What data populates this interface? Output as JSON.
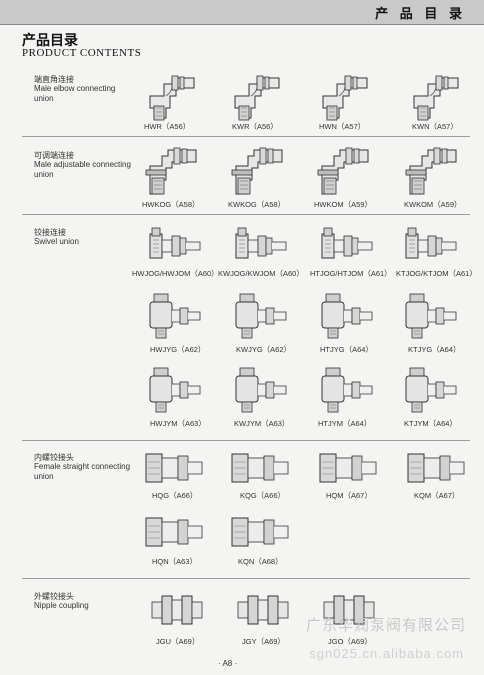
{
  "header": {
    "label": "产 品 目 录"
  },
  "title": {
    "cn": "产品目录",
    "en": "PRODUCT CONTENTS"
  },
  "sections": [
    {
      "cn": "端直角连接",
      "en": "Male elbow connecting union",
      "items": [
        "HWR（A56）",
        "KWR（A56）",
        "HWN（A57）",
        "KWN（A57）"
      ]
    },
    {
      "cn": "可调端连接",
      "en": "Male adjustable connecting union",
      "items": [
        "HWKOG（A58）",
        "KWKOG（A58）",
        "HWKOM（A59）",
        "KWKOM（A59）"
      ]
    },
    {
      "cn": "铰接连接",
      "en": "Swivel union",
      "items": [
        "HWJOG/HWJOM（A60）",
        "KWJOG/KWJOM（A60）",
        "HTJOG/HTJOM（A61）",
        "KTJOG/KTJOM（A61）",
        "HWJYG（A62）",
        "KWJYG（A62）",
        "HTJYG（A64）",
        "KTJYG（A64）",
        "HWJYM（A63）",
        "KWJYM（A63）",
        "HTJYM（A64）",
        "KTJYM（A64）"
      ]
    },
    {
      "cn": "内螺铰接头",
      "en": "Female straight connecting union",
      "items": [
        "HQG（A66）",
        "KQG（A66）",
        "HQM（A67）",
        "KQM（A67）",
        "HQN（A63）",
        "KQN（A68）"
      ]
    },
    {
      "cn": "外螺铰接头",
      "en": "Nipple coupling",
      "items": [
        "JGU（A69）",
        "JGY（A69）",
        "JGO（A69）"
      ]
    }
  ],
  "footer": {
    "page": "· A8 ·"
  },
  "watermark": {
    "company": "广东华润泵阀有限公司",
    "site": "sgn025.cn.alibaba.com"
  },
  "icons": [
    "elbow-fitting-icon",
    "adjustable-elbow-icon",
    "swivel-union-icon",
    "banjo-union-icon",
    "female-union-icon",
    "nipple-coupling-icon"
  ]
}
